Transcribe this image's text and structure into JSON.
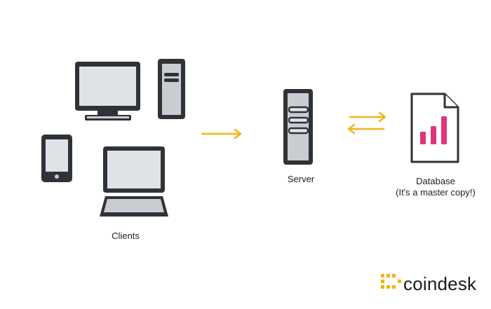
{
  "diagram": {
    "clients_label": "Clients",
    "server_label": "Server",
    "database_label_line1": "Database",
    "database_label_line2": "(It's a master copy!)"
  },
  "brand": {
    "name": "coindesk",
    "accent_color": "#F5B400"
  },
  "colors": {
    "outline": "#2f3338",
    "screen": "#dfe3e8",
    "body_gray": "#c9cdd2",
    "arrow": "#F2B61B",
    "bars": "#E0347A"
  },
  "icons": [
    "desktop-monitor-icon",
    "tower-pc-icon",
    "smartphone-icon",
    "laptop-icon",
    "server-icon",
    "database-document-icon",
    "coindesk-logo-icon"
  ]
}
